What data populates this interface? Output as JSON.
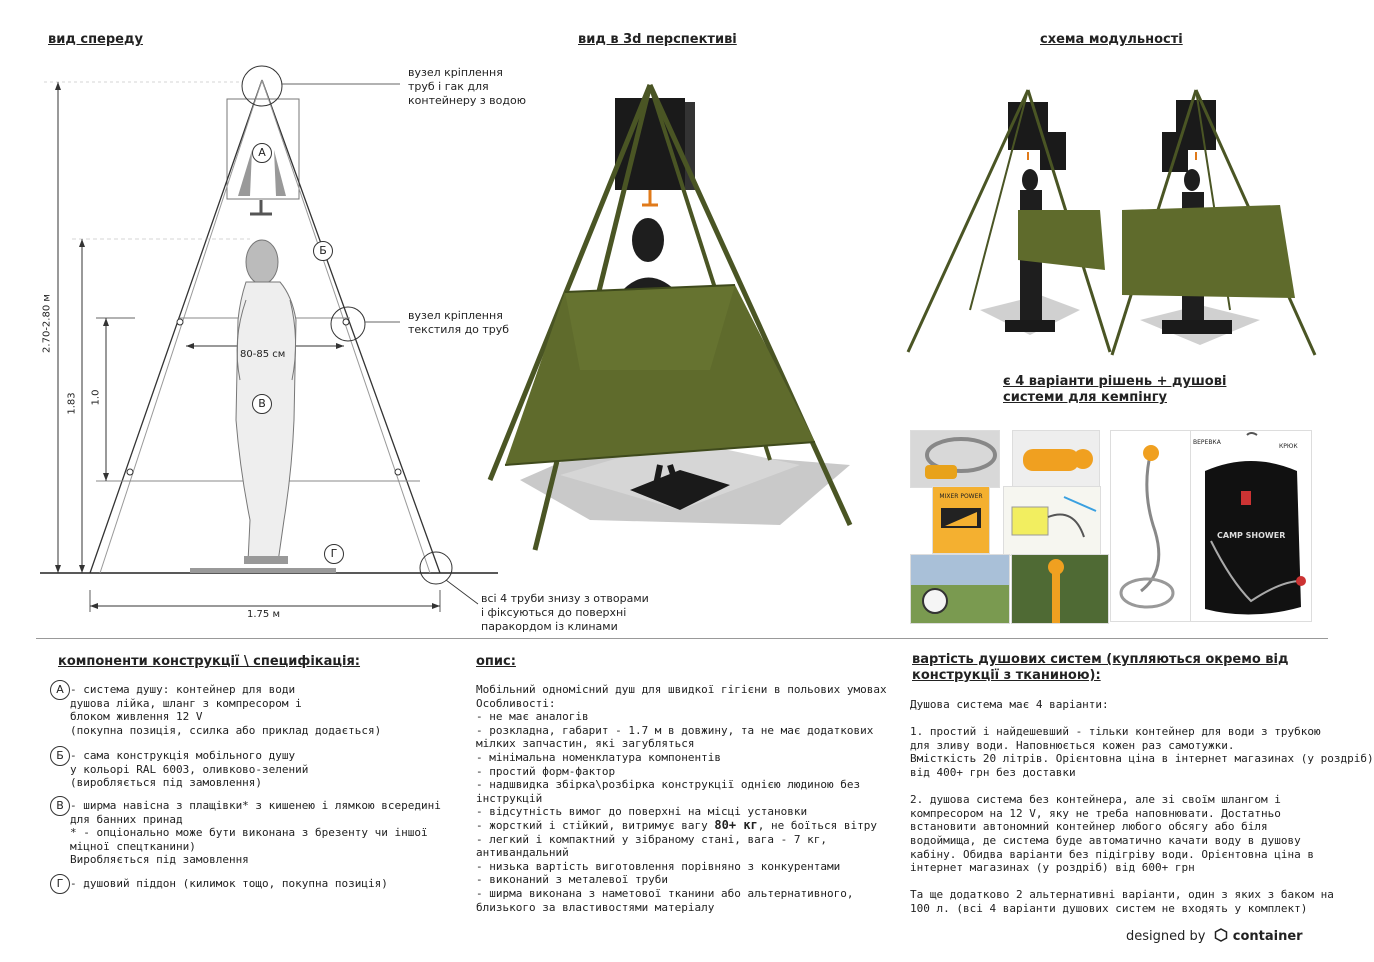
{
  "headers": {
    "front": "вид спереду",
    "persp": "вид в 3d перспективі",
    "modul": "схема модульності"
  },
  "front_view": {
    "note_top": "вузел кріплення\nтруб і гак для\nконтейнеру з водою",
    "note_mid": "вузел кріплення\nтекстиля до труб",
    "note_bottom": "всі 4 труби знизу з отворами\nі фіксуються до поверхні\nпаракордом із клинами",
    "markers": {
      "a": "А",
      "b": "Б",
      "v": "В",
      "g": "Г"
    },
    "dim_width": "80-85 см",
    "dim_base": "1.75 м",
    "dim_total": "2.70-2.80 м",
    "dim_person": "1.83",
    "dim_screen": "1.0"
  },
  "camping": {
    "title": "є 4 варіанти рішень + душові\nсистеми для кемпінгу",
    "mixer_text": "MIXER POWER",
    "bag_text": "CAMP SHOWER",
    "bag_label_top": "ВЕРЕВКА",
    "bag_label_hook": "КРЮК"
  },
  "components": {
    "title": "компоненти конструкції \\ специфікація:",
    "items": [
      {
        "marker": "А",
        "text": "- система душу: контейнер для води\nдушова лійка, шланг з компресором і\nблоком живлення 12 V\n(покупна позиція, ссилка або приклад додається)"
      },
      {
        "marker": "Б",
        "text": "- сама конструкція мобільного душу\nу кольорі RAL 6003, оливково-зелений\n(виробляється під замовлення)"
      },
      {
        "marker": "В",
        "text": "- ширма навісна з плащівки* з кишенею і лямкою всередині\nдля банних принад\n* - опціонально може бути виконана з брезенту чи іншої\nміцної спецтканини)\nВиробляється під замовлення"
      },
      {
        "marker": "Г",
        "text": "- душовий піддон (килимок тощо, покупна позиція)"
      }
    ]
  },
  "description": {
    "title": "опис:",
    "text_before": "Мобільний одномісний душ для швидкої гігієни в польових умовах\nОсобливості:\n- не має аналогів\n- розкладна, габарит - 1.7 м в довжину, та не має додаткових\nмілких запчастин, які загубляться\n- мінімальна номенклатура компонентів\n- простий форм-фактор\n- надшвидка збірка\\розбірка конструкції однією людиною без\nінструкцій\n- відсутність вимог до поверхні на місці установки\n- жорсткий і стійкий, витримує вагу ",
    "text_bold": "80+ кг",
    "text_after": ", не боїться вітру\n- легкий і компактний у зібраному стані, вага - 7 кг,\nантивандальний\n- низька вартість виготовлення порівняно з конкурентами\n- виконаний з металевої труби\n- ширма виконана з наметової тканини або альтернативного,\nблизького за властивостями матеріалу"
  },
  "cost": {
    "title": "вартість душових систем (купляються окремо від\nконструкції з тканиною):",
    "text": "Душова система має 4 варіанти:\n\n1. простий і найдешевший - тільки контейнер для води з трубкою\nдля зливу води. Наповнюється кожен раз самотужки.\nВмісткість 20 літрів. Орієнтовна ціна в інтернет магазинах (у роздріб)\nвід 400+ грн без доставки\n\n2. душова система без контейнера, але зі своїм шлангом і\nкомпресором на 12 V, яку не треба наповнювати. Достатньо\nвстановити автономний контейнер любого обсягу або біля\nводоймища, де система буде автоматично качати воду в душову\nкабіну. Обидва варіанти без підігріву води. Орієнтовна ціна в\nінтернет магазинах (у роздріб) від 600+ грн\n\nТа ще додатково 2 альтернативні варіанти, один з яких з баком на\n100 л. (всі 4 варіанти душових систем не входять у комплект)"
  },
  "signature": {
    "prefix": "designed by",
    "brand": "container"
  },
  "colors": {
    "olive": "#5f6b2c",
    "olive_dark": "#3f4a1c",
    "tank": "#1a1a1a",
    "orange": "#e07a1a"
  }
}
